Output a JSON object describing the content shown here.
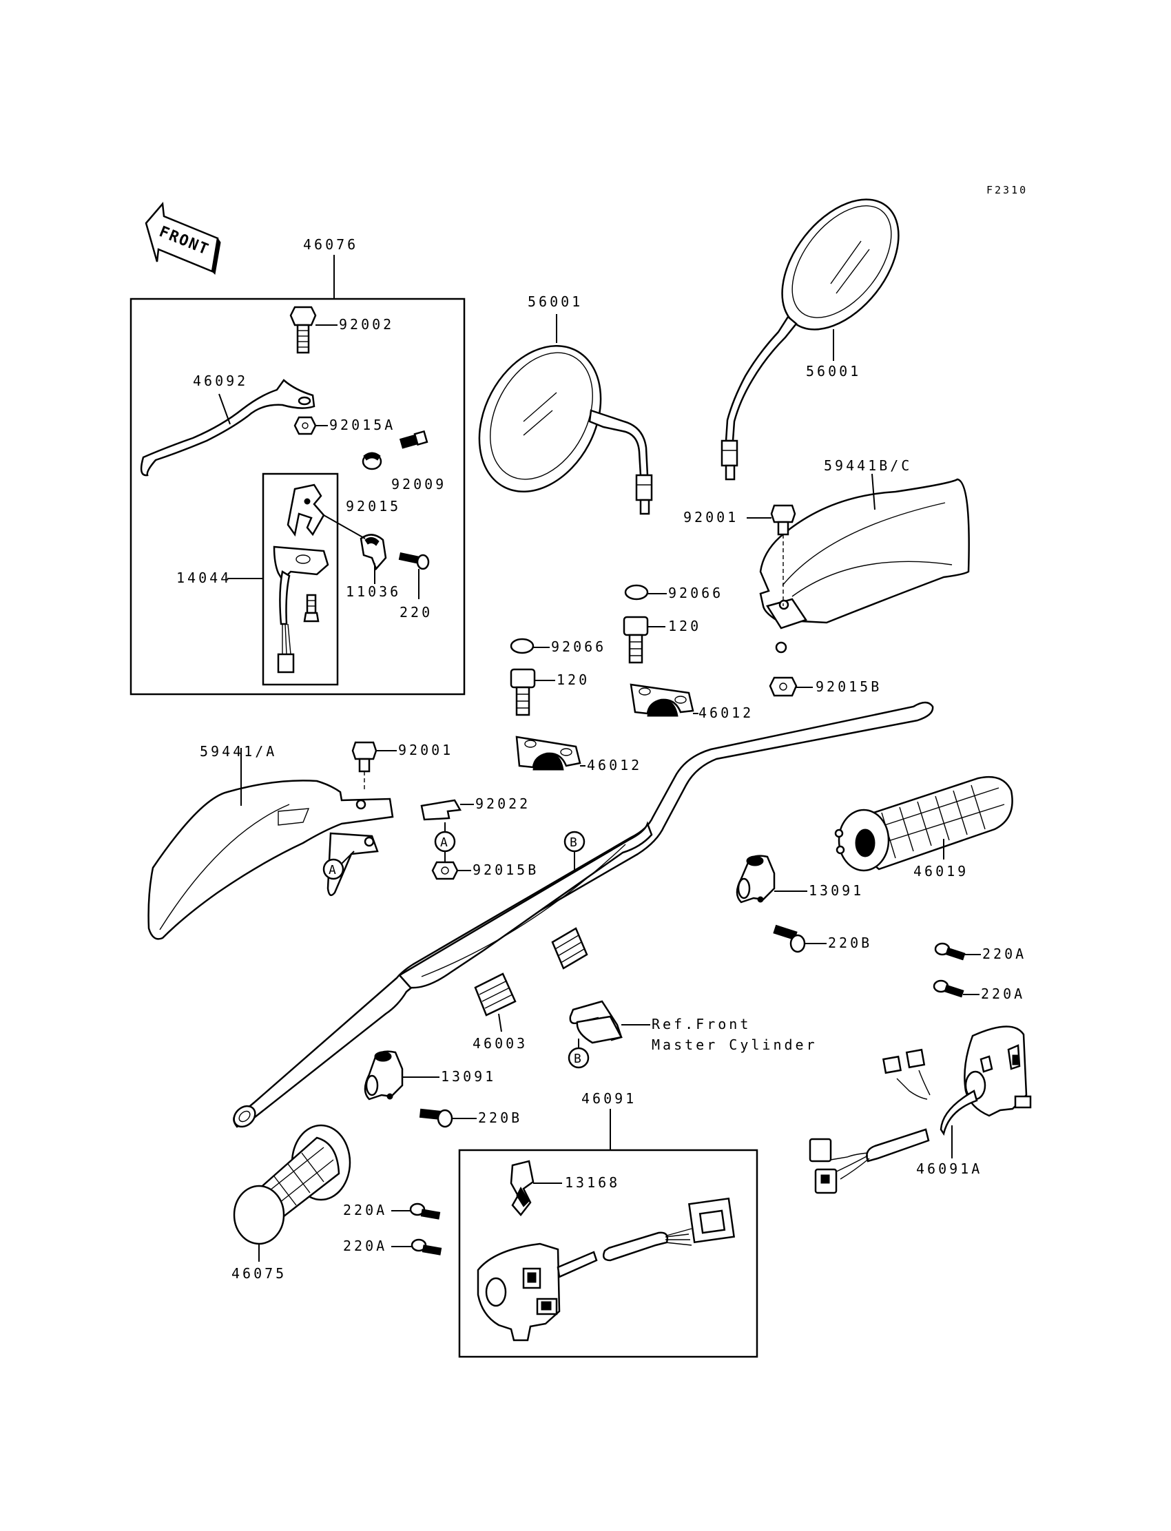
{
  "figure_code": "F2310",
  "front_label": "FRONT",
  "parts": {
    "p46076": "46076",
    "p92002": "92002",
    "p46092": "46092",
    "p92015A": "92015A",
    "p92009": "92009",
    "p92015": "92015",
    "p14044": "14044",
    "p11036": "11036",
    "p220": "220",
    "p56001_left": "56001",
    "p56001_right": "56001",
    "p59441BC": "59441B/C",
    "p92001_right": "92001",
    "p92066_a": "92066",
    "p120_a": "120",
    "p92066_b": "92066",
    "p120_b": "120",
    "p46012_a": "46012",
    "p92015B_right": "92015B",
    "p59441A": "59441/A",
    "p92001_left": "92001",
    "p46012_b": "46012",
    "p92022": "92022",
    "p92015B_left": "92015B",
    "p46019": "46019",
    "p13091_right": "13091",
    "p220B_right": "220B",
    "p220A_r1": "220A",
    "p220A_r2": "220A",
    "p46003": "46003",
    "ref_line1": "Ref.Front",
    "ref_line2": "Master Cylinder",
    "p13091_left": "13091",
    "p220B_left": "220B",
    "p46091A": "46091A",
    "p46091": "46091",
    "p13168": "13168",
    "p220A_l1": "220A",
    "p220A_l2": "220A",
    "p46075": "46075"
  },
  "callouts": {
    "a1": "A",
    "a2": "A",
    "b1": "B",
    "b2": "B"
  }
}
